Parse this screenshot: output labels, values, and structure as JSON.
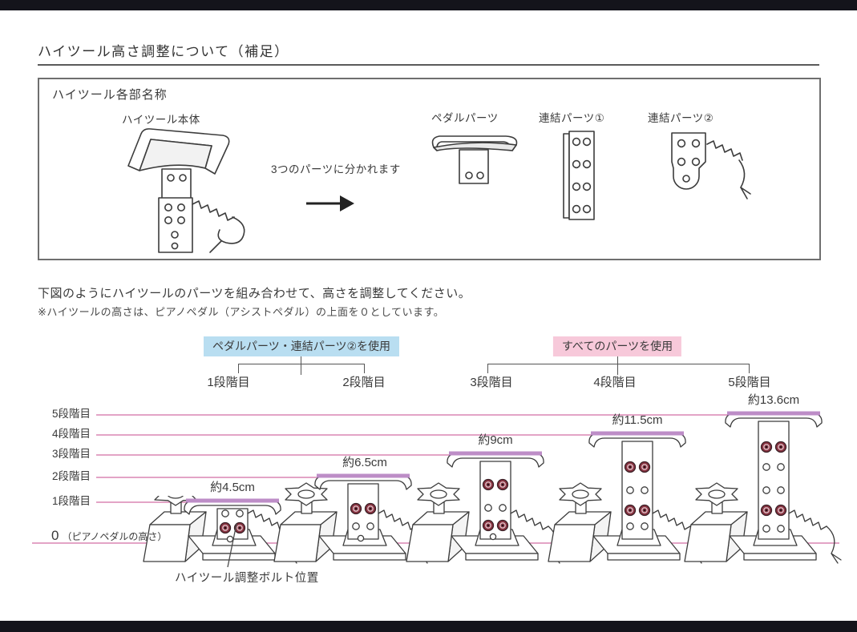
{
  "page": {
    "title": "ハイツール高さ調整について（補足）"
  },
  "parts_box": {
    "title": "ハイツール各部名称",
    "main_part_label": "ハイツール本体",
    "split_note": "3つのパーツに分かれます",
    "parts": [
      {
        "label": "ペダルパーツ"
      },
      {
        "label": "連結パーツ①"
      },
      {
        "label": "連結パーツ②"
      }
    ]
  },
  "instructions": {
    "line1": "下図のようにハイツールのパーツを組み合わせて、高さを調整してください。",
    "line2": "※ハイツールの高さは、ピアノペダル（アシストペダル）の上面を０としています。"
  },
  "diagram": {
    "groups": [
      {
        "label": "ペダルパーツ・連結パーツ②を使用",
        "color": "#b9def1",
        "stages": [
          "1段階目",
          "2段階目"
        ]
      },
      {
        "label": "すべてのパーツを使用",
        "color": "#f7c9da",
        "stages": [
          "3段階目",
          "4段階目",
          "5段階目"
        ]
      }
    ],
    "stages": [
      {
        "name": "1段階目",
        "height": "約4.5cm"
      },
      {
        "name": "2段階目",
        "height": "約6.5cm"
      },
      {
        "name": "3段階目",
        "height": "約9cm"
      },
      {
        "name": "4段階目",
        "height": "約11.5cm"
      },
      {
        "name": "5段階目",
        "height": "約13.6cm"
      }
    ],
    "axis_labels": [
      "5段階目",
      "4段階目",
      "3段階目",
      "2段階目",
      "1段階目"
    ],
    "zero_label": "0",
    "zero_suffix": "（ピアノペダルの高さ）",
    "bolt_note": "ハイツール調整ボルト位置",
    "line_color": "#e3a4c6",
    "band_color": "#bd8dc7",
    "bolt_color": "#8a3442"
  }
}
